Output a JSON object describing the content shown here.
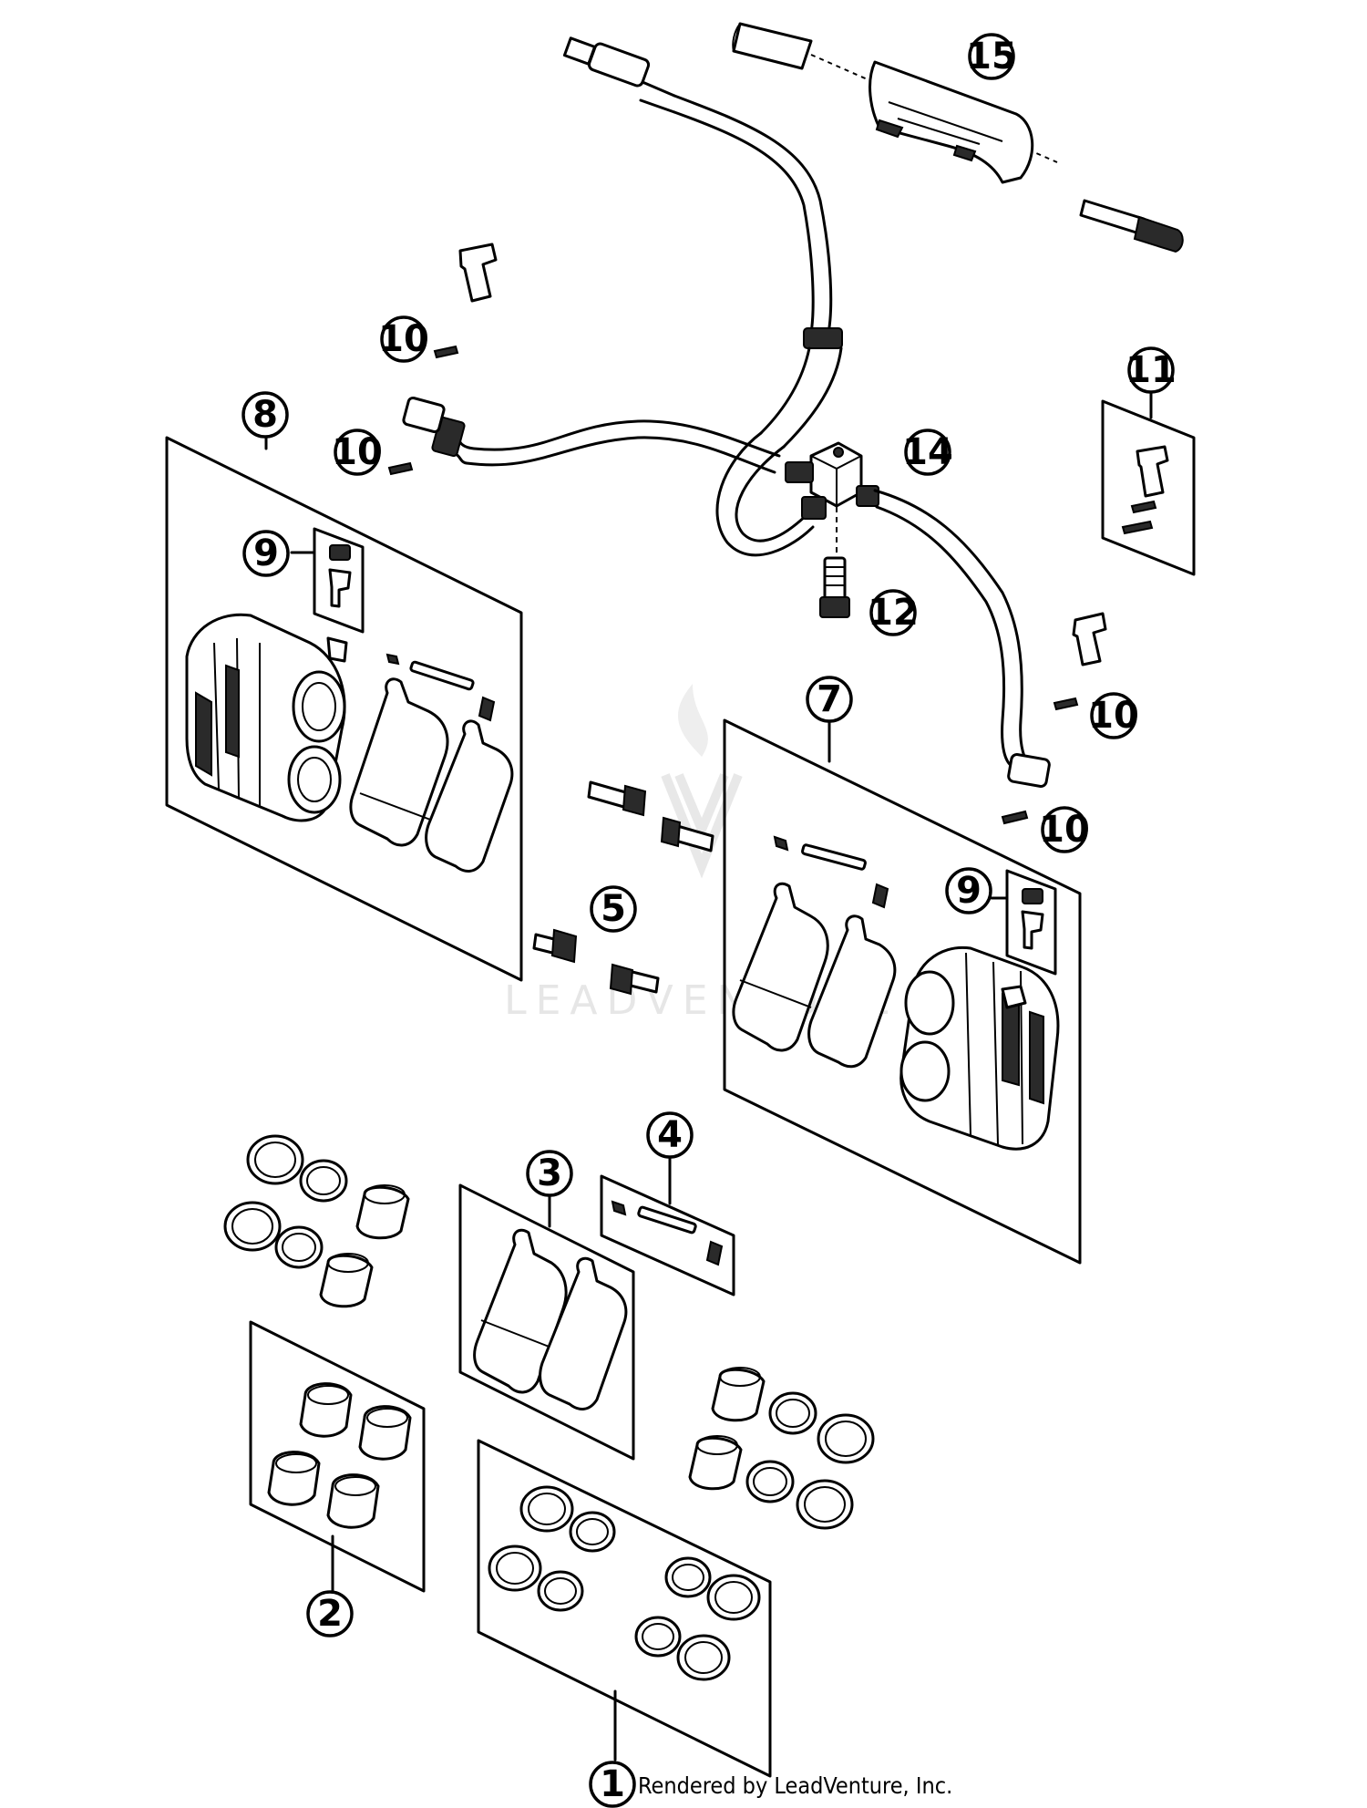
{
  "watermark": {
    "text": "LEADVENTURE"
  },
  "credit": "Rendered by LeadVenture, Inc.",
  "callouts": [
    {
      "id": "c15",
      "label": "15"
    },
    {
      "id": "c10a",
      "label": "10"
    },
    {
      "id": "c10b",
      "label": "10"
    },
    {
      "id": "c10c",
      "label": "10"
    },
    {
      "id": "c10d",
      "label": "10"
    },
    {
      "id": "c11",
      "label": "11"
    },
    {
      "id": "c14",
      "label": "14"
    },
    {
      "id": "c12",
      "label": "12"
    },
    {
      "id": "c8",
      "label": "8"
    },
    {
      "id": "c9a",
      "label": "9"
    },
    {
      "id": "c9b",
      "label": "9"
    },
    {
      "id": "c7",
      "label": "7"
    },
    {
      "id": "c5",
      "label": "5"
    },
    {
      "id": "c4",
      "label": "4"
    },
    {
      "id": "c3",
      "label": "3"
    },
    {
      "id": "c2",
      "label": "2"
    },
    {
      "id": "c1",
      "label": "1"
    }
  ]
}
